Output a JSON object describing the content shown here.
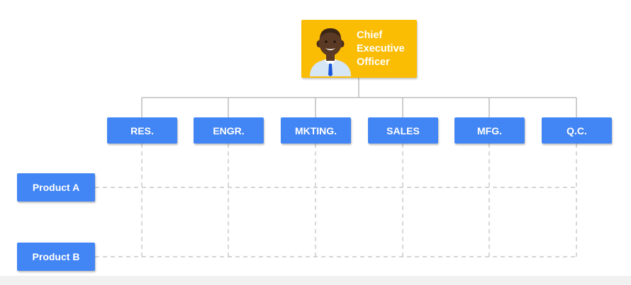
{
  "ceo": {
    "title": "Chief\nExecutive\nOfficer"
  },
  "departments": [
    {
      "label": "RES."
    },
    {
      "label": "ENGR."
    },
    {
      "label": "MKTING."
    },
    {
      "label": "SALES"
    },
    {
      "label": "MFG."
    },
    {
      "label": "Q.C."
    }
  ],
  "products": [
    {
      "label": "Product A"
    },
    {
      "label": "Product B"
    }
  ],
  "colors": {
    "ceo_box": "#fbbc04",
    "department_box": "#4285f4",
    "product_box": "#4285f4",
    "connector": "#bdbdbd"
  },
  "icons": {
    "ceo_avatar": "executive-portrait-icon"
  }
}
